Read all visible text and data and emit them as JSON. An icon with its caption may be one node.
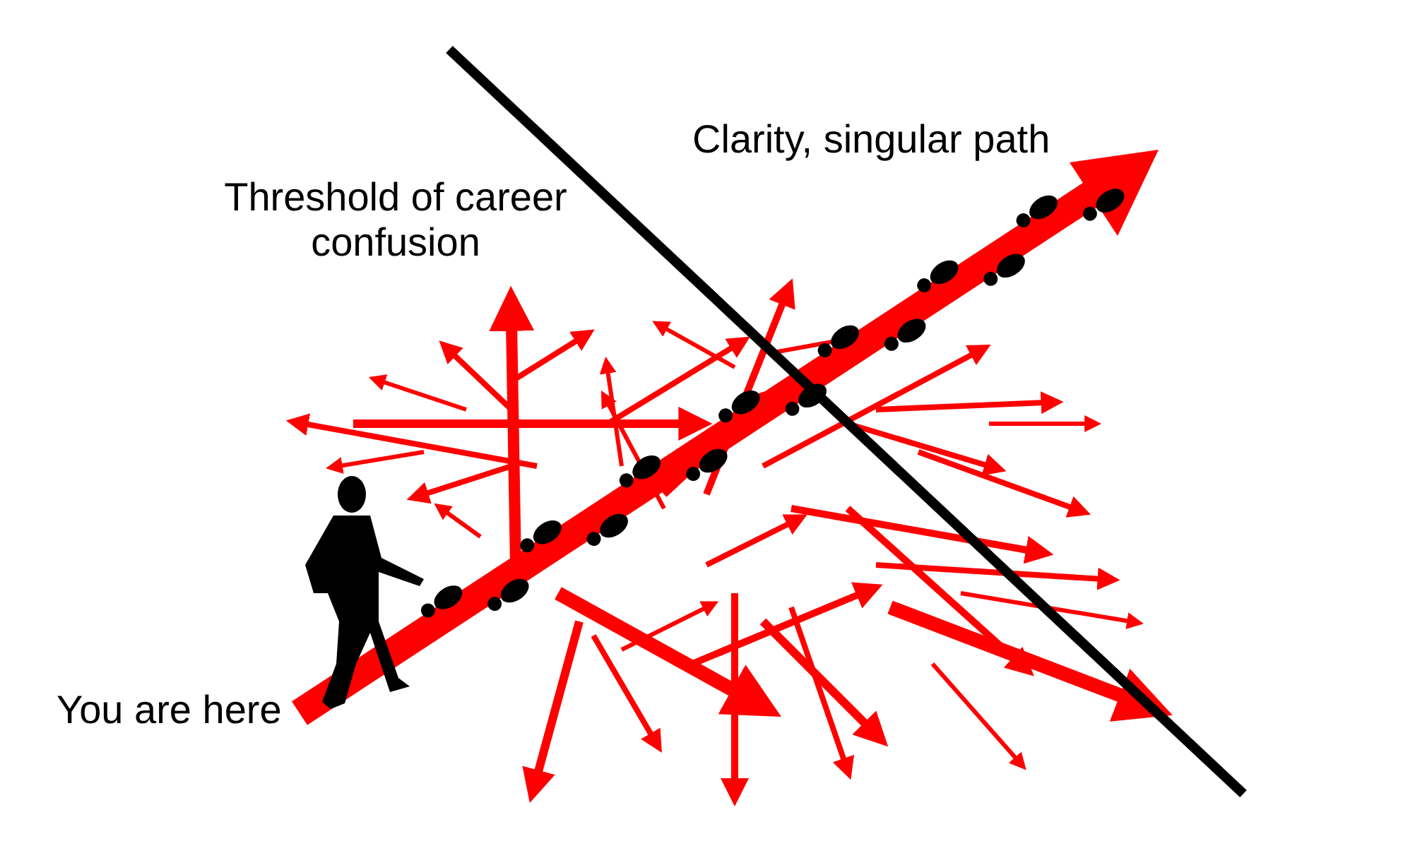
{
  "diagram": {
    "labels": [
      "Threshold of career confusion",
      "Clarity, singular path",
      "You are here"
    ]
  }
}
